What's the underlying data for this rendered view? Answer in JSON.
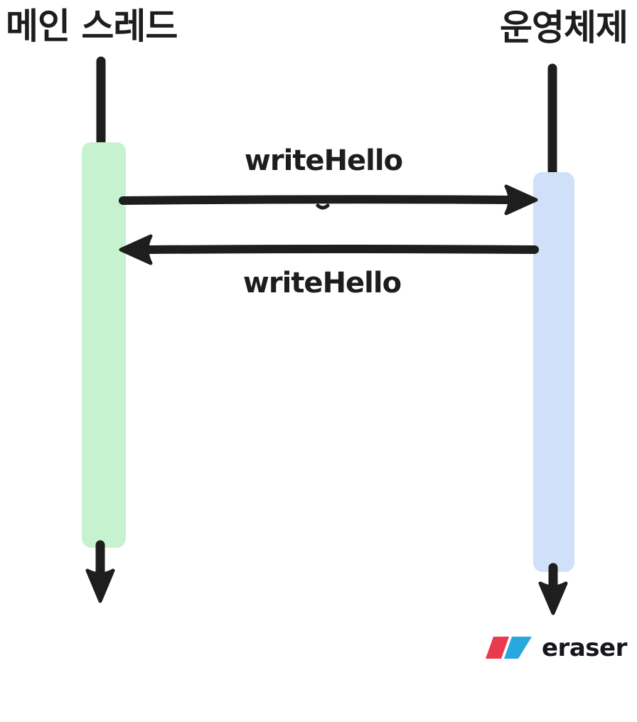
{
  "diagram": {
    "type": "sequence",
    "background": "#ffffff",
    "stroke_color": "#1e1e1e",
    "text_color": "#1d1d1f",
    "participants": [
      {
        "id": "main-thread",
        "label": "메인 스레드",
        "activation_color": "#c7f2d0"
      },
      {
        "id": "os",
        "label": "운영체제",
        "activation_color": "#cfe0f8"
      }
    ],
    "messages": [
      {
        "label": "writeHello",
        "from": "main-thread",
        "to": "os",
        "direction": "right"
      },
      {
        "label": "writeHello",
        "from": "os",
        "to": "main-thread",
        "direction": "left"
      }
    ]
  },
  "branding": {
    "logo_text": "eraser",
    "logo_red": "#ea3a4e",
    "logo_blue": "#29a8e0",
    "logo_text_color": "#16161d"
  }
}
